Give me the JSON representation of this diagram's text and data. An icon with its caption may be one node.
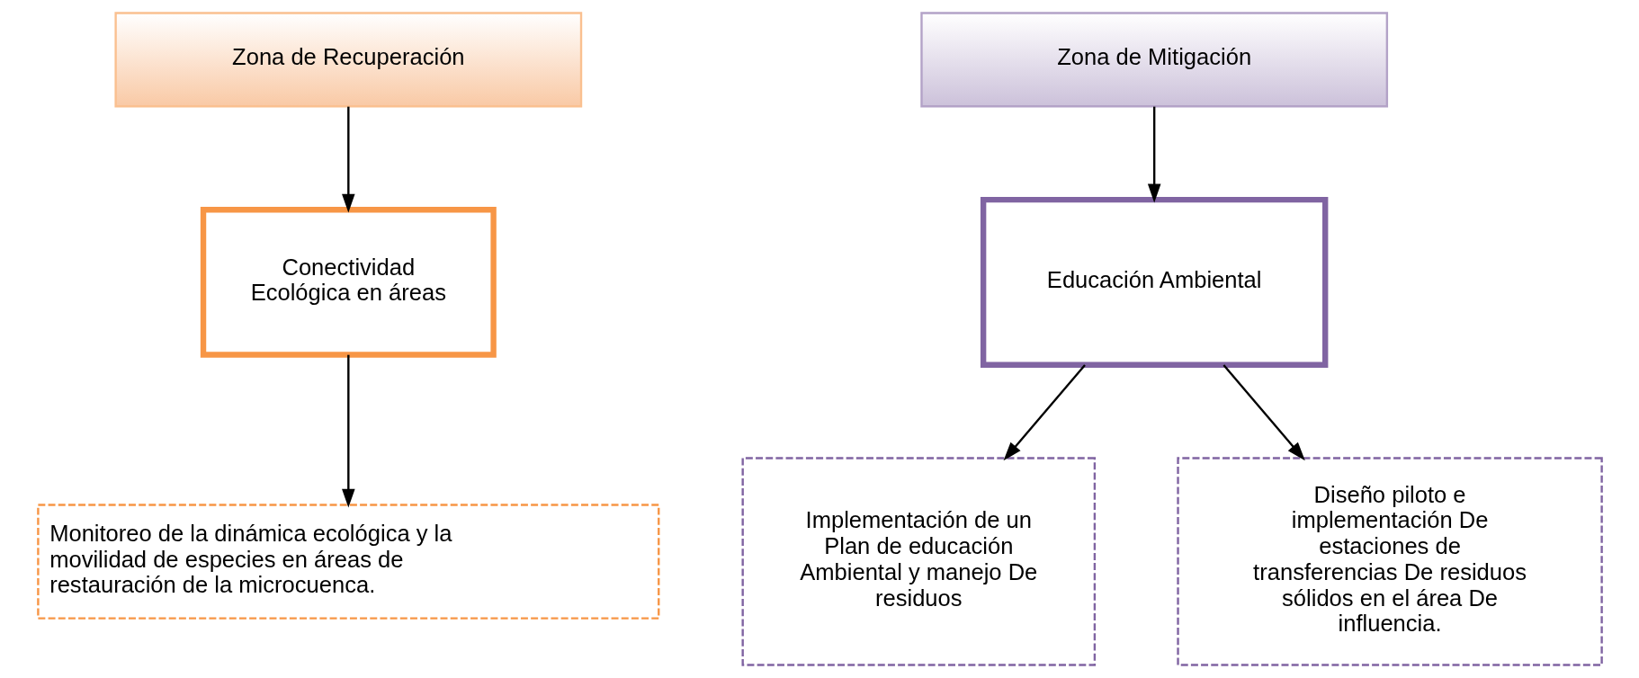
{
  "diagram": {
    "nodes": [
      {
        "text": [
          "Zona de Recuperación"
        ]
      },
      {
        "text": [
          "Conectividad Ecológica en áreas"
        ]
      },
      {
        "text": [
          "Monitoreo de la dinámica ecológica y la movilidad de especies en áreas de restauración de la microcuenca."
        ]
      },
      {
        "text": [
          "Zona de Mitigación"
        ]
      },
      {
        "text": [
          "Educación Ambiental"
        ]
      },
      {
        "text": [
          "Implementación de un Plan de educación Ambiental y manejo De residuos"
        ]
      },
      {
        "text": [
          "Diseño piloto e implementación De estaciones de transferencias De residuos sólidos en el área De influencia."
        ]
      }
    ],
    "edges": [
      {
        "from": 0,
        "to": 1,
        "arrow": "to"
      },
      {
        "from": 1,
        "to": 2,
        "arrow": "to"
      },
      {
        "from": 3,
        "to": 4,
        "arrow": "to"
      },
      {
        "from": 4,
        "to": 5,
        "arrow": "to"
      },
      {
        "from": 4,
        "to": 6,
        "arrow": "to"
      }
    ]
  }
}
